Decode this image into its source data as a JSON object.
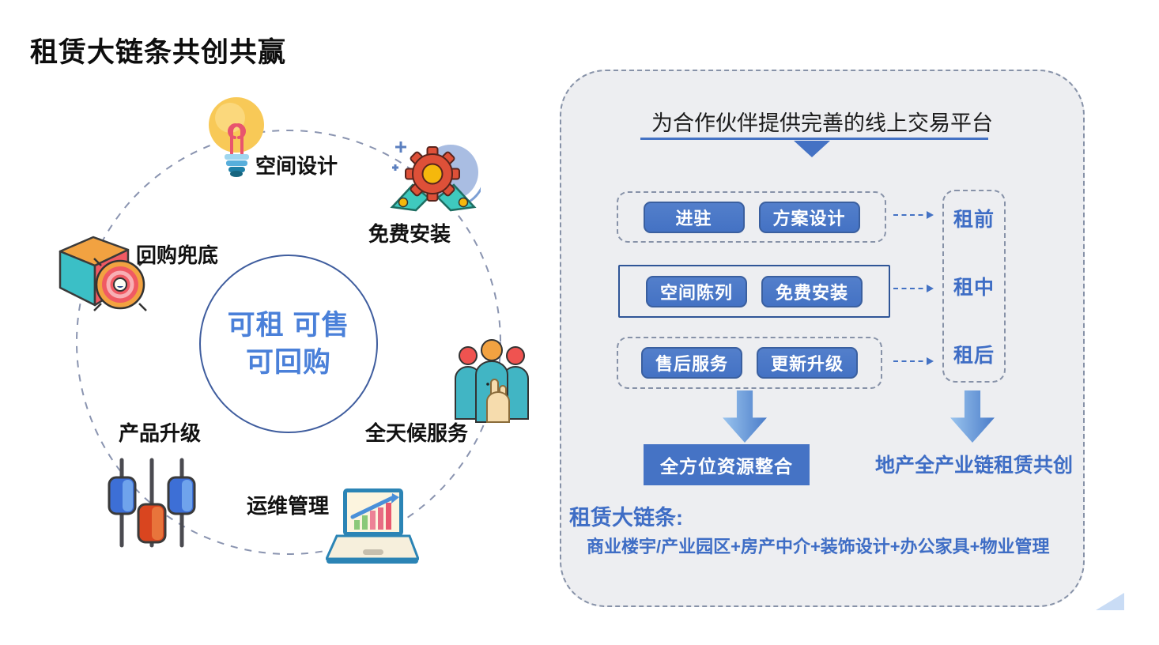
{
  "slide": {
    "title": "租赁大链条共创共赢"
  },
  "cycle": {
    "center": {
      "line1": "可租 可售",
      "line2": "可回购"
    },
    "items": [
      {
        "icon": "lightbulb-icon",
        "label": "空间设计"
      },
      {
        "icon": "gear-install-icon",
        "label": "免费安装"
      },
      {
        "icon": "box-target-icon",
        "label": "回购兜底"
      },
      {
        "icon": "team-service-icon",
        "label": "全天候服务"
      },
      {
        "icon": "sliders-icon",
        "label": "产品升级"
      },
      {
        "icon": "laptop-chart-icon",
        "label": "运维管理"
      }
    ]
  },
  "panel": {
    "title": "为合作伙伴提供完善的线上交易平台",
    "rows": [
      {
        "buttons": [
          "进驻",
          "方案设计"
        ],
        "stage": "租前",
        "border": "dashed"
      },
      {
        "buttons": [
          "空间陈列",
          "免费安装"
        ],
        "stage": "租中",
        "border": "solid"
      },
      {
        "buttons": [
          "售后服务",
          "更新升级"
        ],
        "stage": "租后",
        "border": "dashed"
      }
    ],
    "result_left": "全方位资源整合",
    "result_right": "地产全产业链租赁共创",
    "footer": {
      "label": "租赁大链条:",
      "text": "商业楼宇/产业园区+房产中介+装饰设计+办公家具+物业管理"
    }
  },
  "colors": {
    "accent_blue": "#4472C4",
    "button_blue": "#4A7AC8",
    "navy_border": "#2F5597",
    "text_blue": "#3E6DC5",
    "panel_bg": "#EDEEF1"
  }
}
